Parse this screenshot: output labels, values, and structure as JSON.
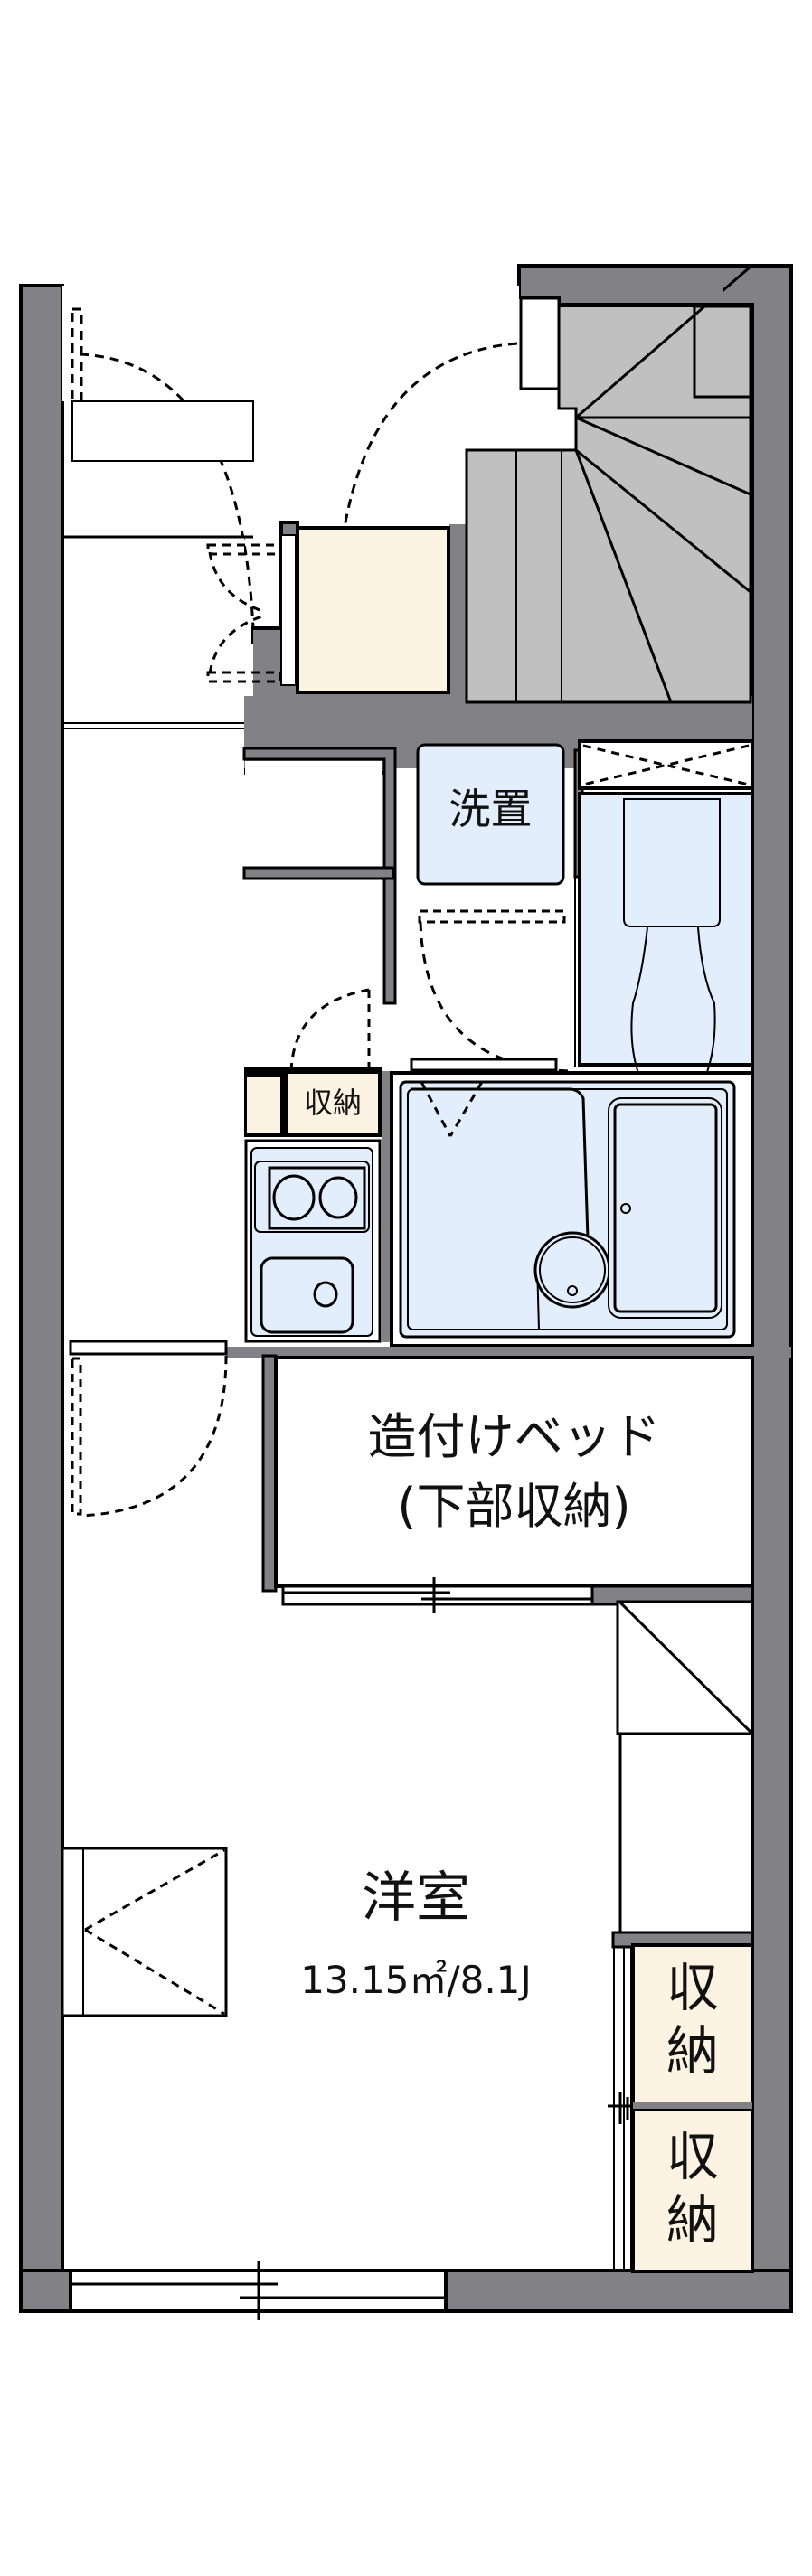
{
  "colors": {
    "wall": "#818186",
    "stairs": "#c0c0c0",
    "storage": "#fdf3e3",
    "wet_area": "#e3eefc",
    "line": "#000000",
    "floor": "#ffffff"
  },
  "rooms": {
    "washer": {
      "label": "洗置"
    },
    "small_storage": {
      "label": "収納"
    },
    "built_in_bed": {
      "line1": "造付けベッド",
      "line2": "(下部収納)"
    },
    "western_room": {
      "name": "洋室",
      "area": "13.15㎡/8.1J"
    },
    "closet_upper": {
      "char1": "収",
      "char2": "納"
    },
    "closet_lower": {
      "char1": "収",
      "char2": "納"
    }
  },
  "fixtures": [
    "stairs",
    "toilet",
    "unit-bath",
    "kitchen-sink",
    "two-burner-stove",
    "washer-space",
    "shoe-cabinet",
    "air-conditioner",
    "windows",
    "doors"
  ]
}
